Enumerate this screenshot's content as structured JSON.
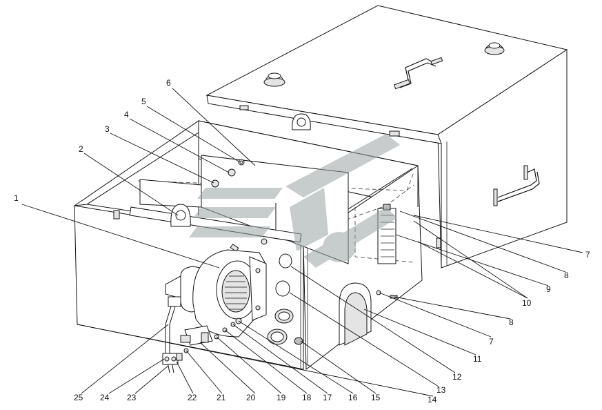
{
  "diagram": {
    "callouts": [
      {
        "id": "c1",
        "text": "1"
      },
      {
        "id": "c2",
        "text": "2"
      },
      {
        "id": "c3",
        "text": "3"
      },
      {
        "id": "c4",
        "text": "4"
      },
      {
        "id": "c5",
        "text": "5"
      },
      {
        "id": "c6",
        "text": "6"
      },
      {
        "id": "c7a",
        "text": "7"
      },
      {
        "id": "c8a",
        "text": "8"
      },
      {
        "id": "c9",
        "text": "9"
      },
      {
        "id": "c10",
        "text": "10"
      },
      {
        "id": "c8b",
        "text": "8"
      },
      {
        "id": "c7b",
        "text": "7"
      },
      {
        "id": "c11",
        "text": "11"
      },
      {
        "id": "c12",
        "text": "12"
      },
      {
        "id": "c13",
        "text": "13"
      },
      {
        "id": "c14",
        "text": "14"
      },
      {
        "id": "c15",
        "text": "15"
      },
      {
        "id": "c16",
        "text": "16"
      },
      {
        "id": "c17",
        "text": "17"
      },
      {
        "id": "c18",
        "text": "18"
      },
      {
        "id": "c19",
        "text": "19"
      },
      {
        "id": "c20",
        "text": "20"
      },
      {
        "id": "c21",
        "text": "21"
      },
      {
        "id": "c22",
        "text": "22"
      },
      {
        "id": "c23",
        "text": "23"
      },
      {
        "id": "c24",
        "text": "24"
      },
      {
        "id": "c25",
        "text": "25"
      }
    ],
    "colors": {
      "line": "#111111",
      "panel_fill": "#ffffff",
      "watermark": "#9aa3a3"
    }
  }
}
